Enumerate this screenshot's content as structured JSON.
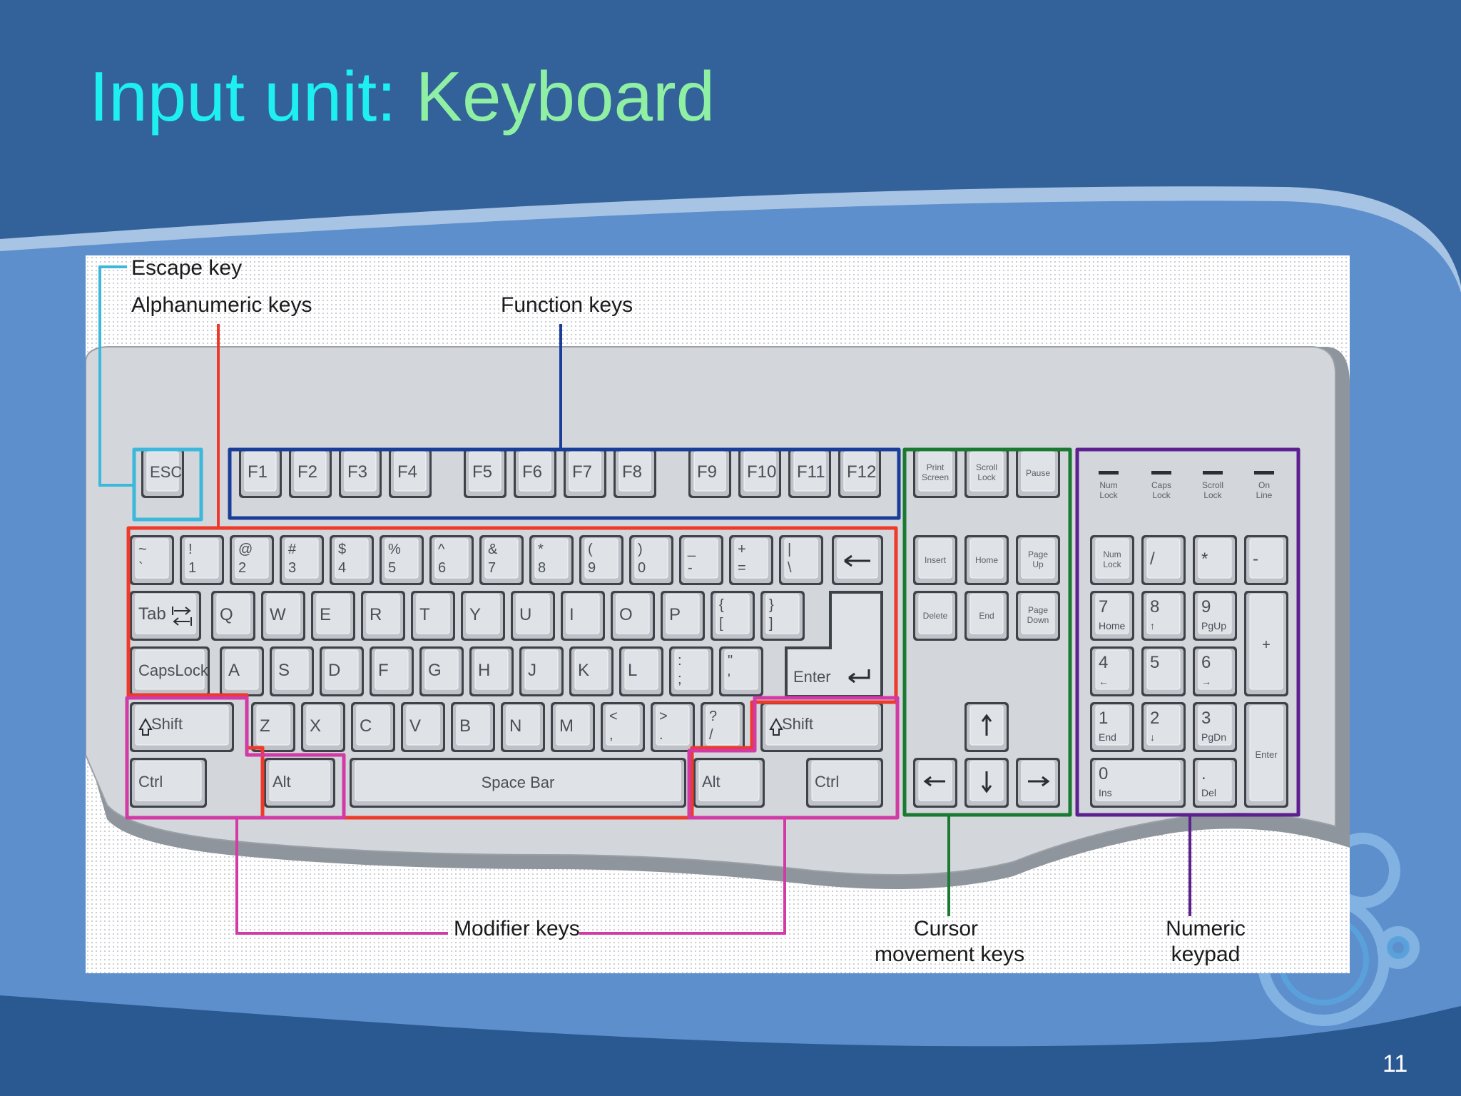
{
  "slide": {
    "title_prefix": "Input unit: ",
    "title_highlight": "Keyboard",
    "page_number": "11"
  },
  "colors": {
    "background": "#33619a",
    "title_prefix": "#1ef0f0",
    "title_highlight": "#8ff0a4",
    "escape": "#3bb8dc",
    "alphanumeric": "#ee3a2a",
    "function": "#1b3d9a",
    "modifier": "#d23aa5",
    "cursor": "#1b7a32",
    "numeric": "#5c2090"
  },
  "labels": {
    "escape": "Escape key",
    "alphanumeric": "Alphanumeric keys",
    "function": "Function keys",
    "modifier": "Modifier keys",
    "cursor_line1": "Cursor",
    "cursor_line2": "movement keys",
    "numeric_line1": "Numeric",
    "numeric_line2": "keypad"
  },
  "keys": {
    "esc": "ESC",
    "function": [
      "F1",
      "F2",
      "F3",
      "F4",
      "F5",
      "F6",
      "F7",
      "F8",
      "F9",
      "F10",
      "F11",
      "F12"
    ],
    "system": [
      [
        "Print",
        "Screen"
      ],
      [
        "Scroll",
        "Lock"
      ],
      [
        "Pause"
      ]
    ],
    "number_row": [
      [
        "~",
        "`"
      ],
      [
        "!",
        "1"
      ],
      [
        "@",
        "2"
      ],
      [
        "#",
        "3"
      ],
      [
        "$",
        "4"
      ],
      [
        "%",
        "5"
      ],
      [
        "^",
        "6"
      ],
      [
        "&",
        "7"
      ],
      [
        "*",
        "8"
      ],
      [
        "(",
        "9"
      ],
      [
        ")",
        "0"
      ],
      [
        "_",
        "-"
      ],
      [
        "+",
        "="
      ],
      [
        "|",
        "\\"
      ]
    ],
    "row_q": [
      "Q",
      "W",
      "E",
      "R",
      "T",
      "Y",
      "U",
      "I",
      "O",
      "P",
      [
        "{",
        "["
      ],
      [
        "}",
        "]"
      ]
    ],
    "row_a": [
      "A",
      "S",
      "D",
      "F",
      "G",
      "H",
      "J",
      "K",
      "L",
      [
        ":",
        ";"
      ],
      [
        "\"",
        "'"
      ]
    ],
    "row_z": [
      "Z",
      "X",
      "C",
      "V",
      "B",
      "N",
      "M",
      [
        "<",
        ","
      ],
      [
        ">",
        "."
      ],
      [
        "?",
        "/"
      ]
    ],
    "tab": "Tab",
    "caps_lock": "CapsLock",
    "enter": "Enter",
    "shift": "Shift",
    "ctrl": "Ctrl",
    "alt": "Alt",
    "space": "Space Bar",
    "nav_top": [
      [
        "Insert"
      ],
      [
        "Home"
      ],
      [
        "Page",
        "Up"
      ]
    ],
    "nav_bottom": [
      [
        "Delete"
      ],
      [
        "End"
      ],
      [
        "Page",
        "Down"
      ]
    ],
    "lights": [
      [
        "Num",
        "Lock"
      ],
      [
        "Caps",
        "Lock"
      ],
      [
        "Scroll",
        "Lock"
      ],
      [
        "On",
        "Line"
      ]
    ],
    "num_top": [
      [
        "Num",
        "Lock"
      ],
      [
        "/"
      ],
      [
        "*"
      ],
      [
        "-"
      ]
    ],
    "num_rows": [
      [
        [
          "7",
          "Home"
        ],
        [
          "8",
          "↑"
        ],
        [
          "9",
          "PgUp"
        ]
      ],
      [
        [
          "4",
          "←"
        ],
        [
          "5",
          ""
        ],
        [
          "6",
          "→"
        ]
      ],
      [
        [
          "1",
          "End"
        ],
        [
          "2",
          "↓"
        ],
        [
          "3",
          "PgDn"
        ]
      ]
    ],
    "num_plus": "+",
    "num_enter": "Enter",
    "num_zero": [
      "0",
      "Ins"
    ],
    "num_dot": [
      ".",
      "Del"
    ]
  }
}
